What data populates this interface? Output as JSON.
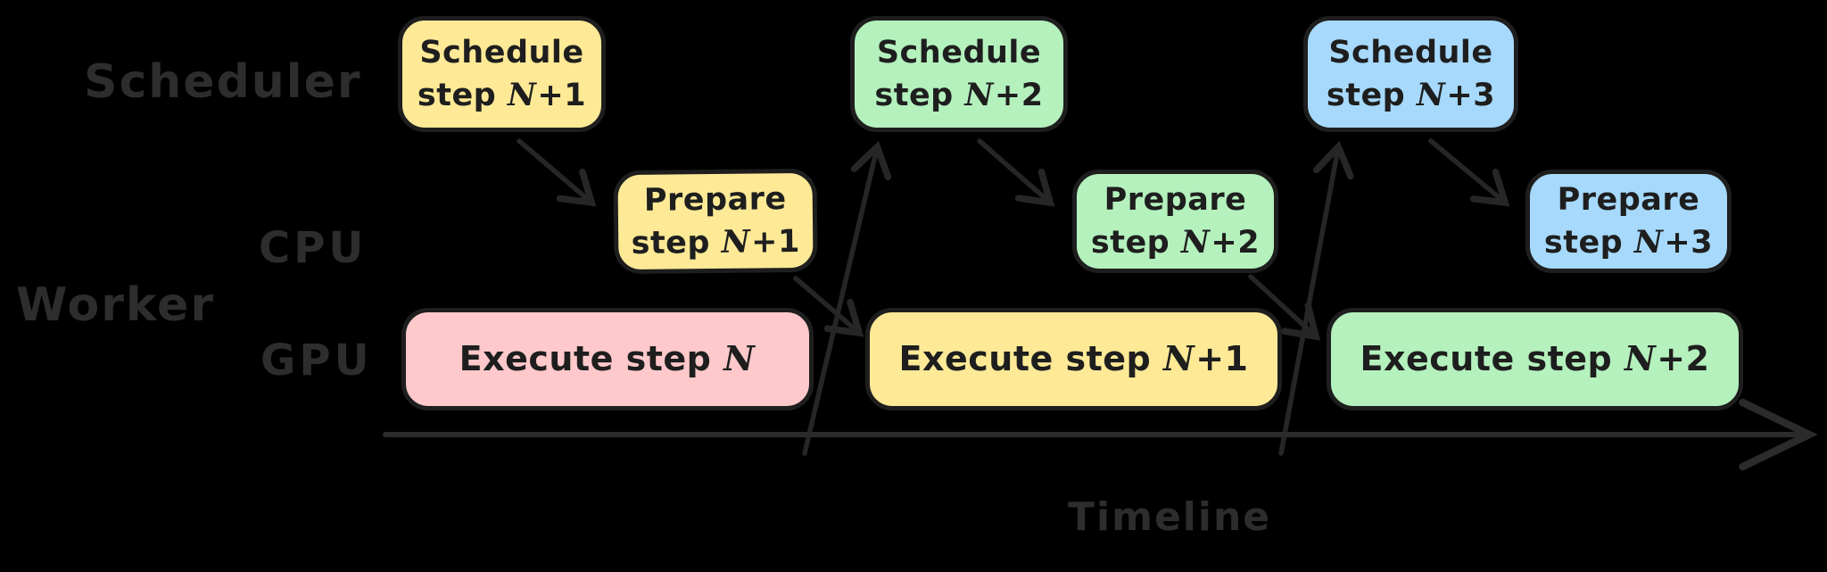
{
  "diagram": {
    "background_color": "#000000",
    "stroke_color": "#1e1e1e",
    "label_color": "#2d2d2d",
    "arrow_color": "#262626",
    "palette": {
      "yellow": "#fde996",
      "green": "#b4f1bd",
      "blue": "#a6d9fb",
      "pink": "#ffc9cb"
    },
    "row_labels": {
      "scheduler": "Scheduler",
      "worker": "Worker",
      "cpu": "CPU",
      "gpu": "GPU"
    },
    "axis_label": "Timeline",
    "boxes": [
      {
        "id": "schedule-n1",
        "row": "scheduler",
        "color": "yellow",
        "line1": "Schedule",
        "line2": "step N+1"
      },
      {
        "id": "schedule-n2",
        "row": "scheduler",
        "color": "green",
        "line1": "Schedule",
        "line2": "step N+2"
      },
      {
        "id": "schedule-n3",
        "row": "scheduler",
        "color": "blue",
        "line1": "Schedule",
        "line2": "step N+3"
      },
      {
        "id": "prepare-n1",
        "row": "worker-cpu",
        "color": "yellow",
        "line1": "Prepare",
        "line2": "step N+1"
      },
      {
        "id": "prepare-n2",
        "row": "worker-cpu",
        "color": "green",
        "line1": "Prepare",
        "line2": "step N+2"
      },
      {
        "id": "prepare-n3",
        "row": "worker-cpu",
        "color": "blue",
        "line1": "Prepare",
        "line2": "step N+3"
      },
      {
        "id": "execute-n",
        "row": "worker-gpu",
        "color": "pink",
        "line1": "Execute step N"
      },
      {
        "id": "execute-n1",
        "row": "worker-gpu",
        "color": "yellow",
        "line1": "Execute step N+1"
      },
      {
        "id": "execute-n2",
        "row": "worker-gpu",
        "color": "green",
        "line1": "Execute step N+2"
      }
    ],
    "arrows": [
      {
        "from": "schedule-n1",
        "to": "prepare-n1"
      },
      {
        "from": "prepare-n1",
        "to": "execute-n1"
      },
      {
        "from": "execute-n",
        "to": "schedule-n2"
      },
      {
        "from": "schedule-n2",
        "to": "prepare-n2"
      },
      {
        "from": "prepare-n2",
        "to": "execute-n2"
      },
      {
        "from": "execute-n1",
        "to": "schedule-n3"
      },
      {
        "from": "schedule-n3",
        "to": "prepare-n3"
      }
    ]
  }
}
